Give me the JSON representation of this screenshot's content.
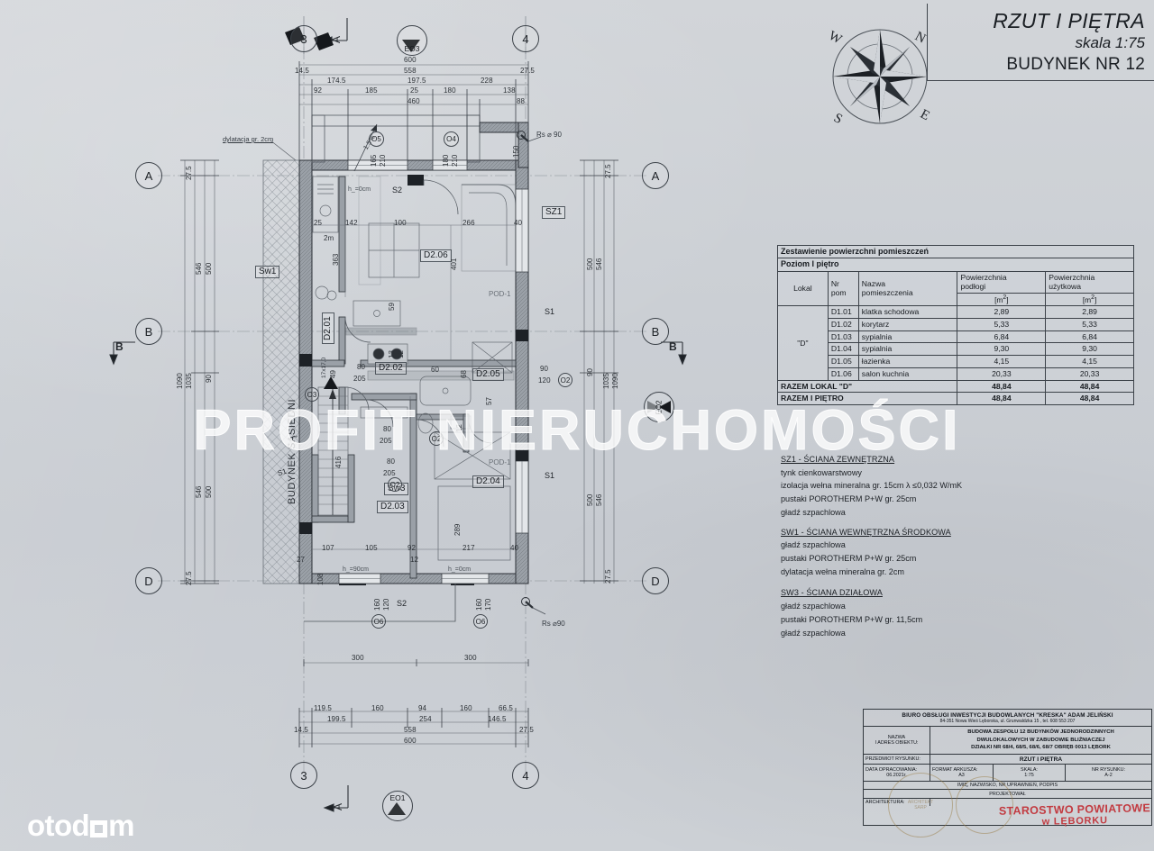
{
  "sheet": {
    "title_line1": "RZUT I PIĘTRA",
    "title_line2": "skala 1:75",
    "title_line3": "BUDYNEK NR 12"
  },
  "compass": {
    "n": "N",
    "e": "E",
    "s": "S",
    "w": "W"
  },
  "area_table": {
    "caption": "Zestawienie powierzchni pomieszczeń",
    "level": "Poziom I piętro",
    "headers": {
      "lokal": "Lokal",
      "nr_pom": "Nr\npom",
      "nazwa": "Nazwa\npomieszczenia",
      "pow_podlogi": "Powierzchnia\npodłogi",
      "pow_uzytkowa": "Powierzchnia\nużytkowa",
      "unit": "[m2]"
    },
    "lokal": "\"D\"",
    "rows": [
      {
        "nr": "D1.01",
        "nazwa": "klatka schodowa",
        "podloga": "2,89",
        "uzytkowa": "2,89"
      },
      {
        "nr": "D1.02",
        "nazwa": "korytarz",
        "podloga": "5,33",
        "uzytkowa": "5,33"
      },
      {
        "nr": "D1.03",
        "nazwa": "sypialnia",
        "podloga": "6,84",
        "uzytkowa": "6,84"
      },
      {
        "nr": "D1.04",
        "nazwa": "sypialnia",
        "podloga": "9,30",
        "uzytkowa": "9,30"
      },
      {
        "nr": "D1.05",
        "nazwa": "łazienka",
        "podloga": "4,15",
        "uzytkowa": "4,15"
      },
      {
        "nr": "D1.06",
        "nazwa": "salon  kuchnia",
        "podloga": "20,33",
        "uzytkowa": "20,33"
      }
    ],
    "totals": [
      {
        "label": "RAZEM LOKAL \"D\"",
        "podloga": "48,84",
        "uzytkowa": "48,84"
      },
      {
        "label": "RAZEM I PIĘTRO",
        "podloga": "48,84",
        "uzytkowa": "48,84"
      }
    ]
  },
  "wall_notes": [
    {
      "heading": "SZ1 - ŚCIANA ZEWNĘTRZNA",
      "lines": [
        "tynk cienkowarstwowy",
        "izolacja wełna mineralna gr. 15cm  λ ≤0,032 W/mK",
        "pustaki POROTHERM P+W gr. 25cm",
        "gładź szpachlowa"
      ]
    },
    {
      "heading": "SW1 - ŚCIANA WEWNĘTRZNA ŚRODKOWA",
      "lines": [
        "gładź szpachlowa",
        "pustaki POROTHERM P+W gr. 25cm",
        "dylatacja wełna mineralna gr. 2cm"
      ]
    },
    {
      "heading": "SW3 - ŚCIANA DZIAŁOWA",
      "lines": [
        "gładź szpachlowa",
        "pustaki POROTHERM P+W gr. 11,5cm",
        "gładź szpachlowa"
      ]
    }
  ],
  "plan": {
    "rooms": [
      {
        "code": "D2.01"
      },
      {
        "code": "D2.02"
      },
      {
        "code": "D2.03"
      },
      {
        "code": "D2.04"
      },
      {
        "code": "D2.05"
      },
      {
        "code": "D2.06"
      }
    ],
    "wall_tags": [
      "SZ1",
      "Sw1",
      "Sw3",
      "S1",
      "S1",
      "S1",
      "S2",
      "S2",
      "POD-1",
      "POD-1"
    ],
    "neighbour_label": "BUDYNEK SĄSIEDNI",
    "expansion_note": "dylatacja gr. 2cm",
    "downpipes": [
      "Rs ⌀ 90",
      "Rs ⌀90"
    ],
    "slope_note": "1.5%",
    "ceiling_notes": [
      "h_=0cm",
      "h_=90cm",
      "h_=0cm"
    ],
    "stair_note": "17x17,0",
    "axis_left": [
      "A",
      "B",
      "D"
    ],
    "axis_right": [
      "A",
      "B",
      "D"
    ],
    "grid_top": [
      "3",
      "4"
    ],
    "grid_bottom": [
      "3",
      "4"
    ],
    "section_marks": [
      "A",
      "A",
      "B",
      "B"
    ],
    "elevation_marks": [
      "EO3",
      "EO1",
      "EO2"
    ],
    "openings": [
      {
        "tag": "O5",
        "w": "165",
        "h": "210"
      },
      {
        "tag": "O4",
        "w": "180",
        "h": "210"
      },
      {
        "tag": "O3",
        "w": "80",
        "h": "205"
      },
      {
        "tag": "O2",
        "w": "80",
        "h": "205"
      },
      {
        "tag": "O2",
        "w": "80",
        "h": "205"
      },
      {
        "tag": "O2",
        "w": "90",
        "h": "120"
      },
      {
        "tag": "O6",
        "w": "160",
        "h": "120"
      },
      {
        "tag": "O6",
        "w": "160",
        "h": "170"
      }
    ],
    "dims_top": {
      "chain1": [
        "600"
      ],
      "chain2": [
        "558"
      ],
      "chain3": [
        "14.5",
        "174.5",
        "197.5",
        "228",
        "27.5"
      ],
      "chain4": [
        "92",
        "185",
        "25",
        "180",
        "138"
      ],
      "chain5": [
        "460",
        "88"
      ]
    },
    "dims_bottom": {
      "chain1": [
        "119.5",
        "160",
        "94",
        "160",
        "66.5"
      ],
      "chain2": [
        "199.5",
        "254",
        "146.5"
      ],
      "chain3": [
        "14.5",
        "558",
        "27.5"
      ],
      "chain4": [
        "600"
      ],
      "site": [
        "300",
        "300"
      ]
    },
    "dims_left": [
      "27.5",
      "546",
      "500",
      "1090",
      "1035",
      "90",
      "546",
      "500",
      "27.5"
    ],
    "dims_right": [
      "27.5",
      "500",
      "546",
      "90",
      "1035",
      "1090",
      "500",
      "546",
      "27.5"
    ],
    "inner_dims": [
      "25",
      "142",
      "100",
      "266",
      "40",
      "150",
      "363",
      "401",
      "59",
      "13",
      "12",
      "12",
      "60",
      "68",
      "57",
      "289",
      "217",
      "105",
      "92",
      "107",
      "27",
      "40",
      "12",
      "416",
      "108",
      "2m",
      "49"
    ]
  },
  "stamp_block": {
    "firm": "BIURO OBSŁUGI INWESTYCJI BUDOWLANYCH \"KRESKA\" ADAM JELIŃSKI",
    "firm_addr": "84-351 Nowa Wieś Lęborska, ul. Grunwaldzka 15 , tel. 608 553 207",
    "label_nazwa": "NAZWA\nI ADRES OBIEKTU:",
    "object": "BUDOWA ZESPOŁU 12 BUDYNKÓW JEDNORODZINNYCH\nDWULOKALOWYCH W ZABUDOWIE BLIŹNIACZEJ\nDZIAŁKI NR 68/4, 68/5, 68/6, 68/7  OBRĘB 0013 LĘBORK",
    "label_przedmiot": "PRZEDMIOT RYSUNKU:",
    "przedmiot": "RZUT I PIĘTRA",
    "label_data": "DATA OPRACOWANIA:",
    "data": "06.2021r.",
    "label_format": "FORMAT ARKUSZA:",
    "format": "A3",
    "label_skala": "SKALA:",
    "skala": "1:75",
    "label_nr": "NR RYSUNKU:",
    "nr": "A-2",
    "label_podpis": "IMIĘ, NAZWISKO, NR UPRAWNIEŃ, PODPIS",
    "label_projektowal": "PROJEKTOWAŁ",
    "label_architektura": "ARCHITEKTURA:",
    "stamp_red_l1": "STAROSTWO POWIATOWE",
    "stamp_red_l2": "w  LĘBORKU"
  },
  "watermarks": {
    "main": "PROFIT NIERUCHOMOŚCI",
    "logo": "otodom"
  }
}
